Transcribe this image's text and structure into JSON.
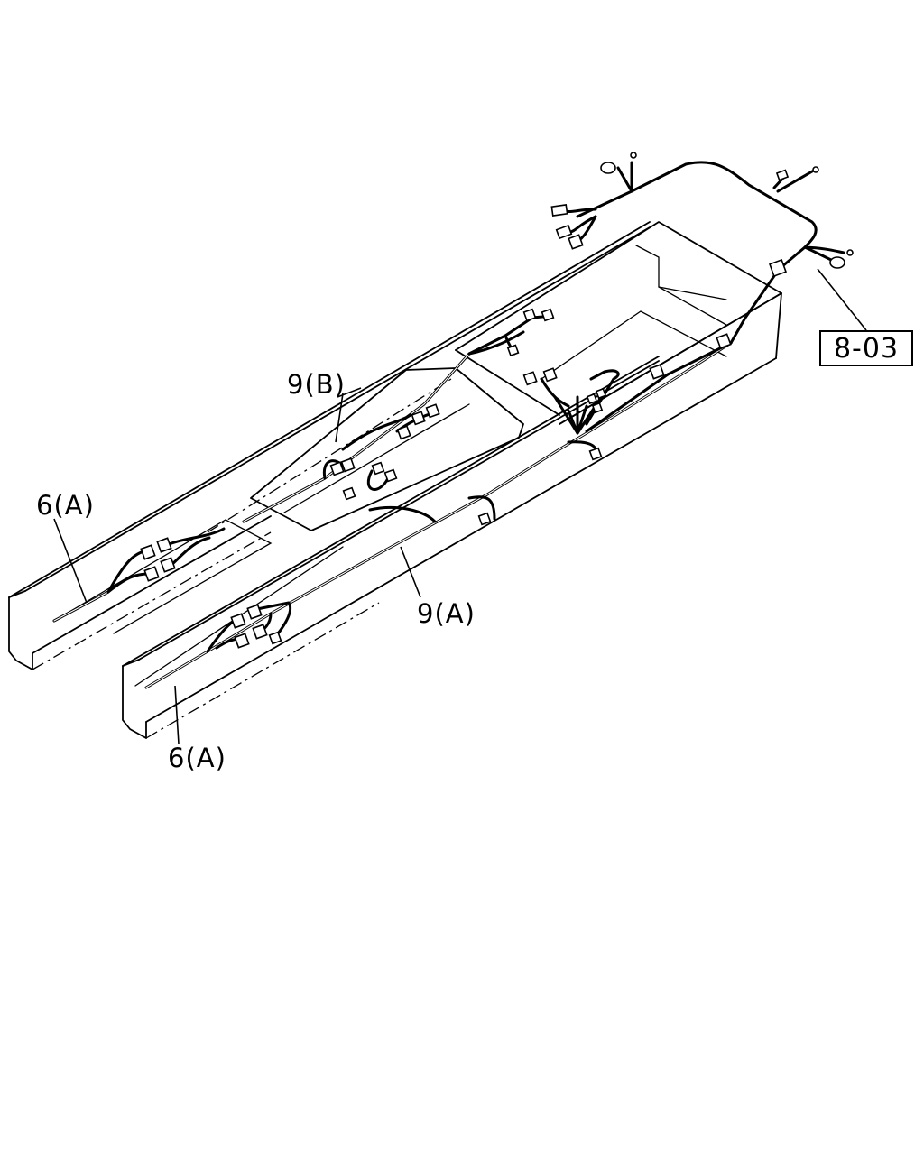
{
  "diagram": {
    "labels": {
      "harness_9b": "9(B)",
      "harness_6a_upper": "6(A)",
      "harness_9a": "9(A)",
      "harness_6a_lower": "6(A)"
    },
    "ref_box": "8-03"
  }
}
